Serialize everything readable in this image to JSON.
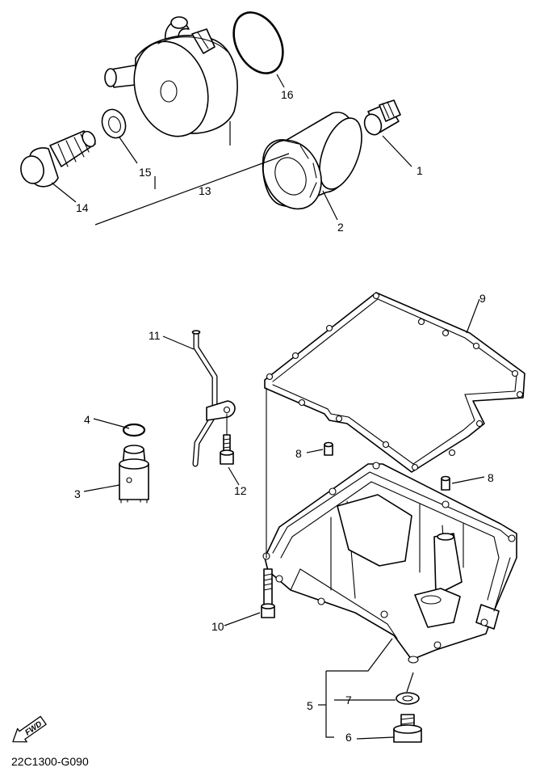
{
  "diagram": {
    "drawing_code": "22C1300-G090",
    "forward_label": "FWD",
    "callouts": [
      {
        "id": "c1",
        "label": "1"
      },
      {
        "id": "c2",
        "label": "2"
      },
      {
        "id": "c3",
        "label": "3"
      },
      {
        "id": "c4",
        "label": "4"
      },
      {
        "id": "c5",
        "label": "5"
      },
      {
        "id": "c6",
        "label": "6"
      },
      {
        "id": "c7",
        "label": "7"
      },
      {
        "id": "c8a",
        "label": "8"
      },
      {
        "id": "c8b",
        "label": "8"
      },
      {
        "id": "c9",
        "label": "9"
      },
      {
        "id": "c10",
        "label": "10"
      },
      {
        "id": "c11",
        "label": "11"
      },
      {
        "id": "c12",
        "label": "12"
      },
      {
        "id": "c13",
        "label": "13"
      },
      {
        "id": "c14",
        "label": "14"
      },
      {
        "id": "c15",
        "label": "15"
      },
      {
        "id": "c16",
        "label": "16"
      }
    ]
  }
}
